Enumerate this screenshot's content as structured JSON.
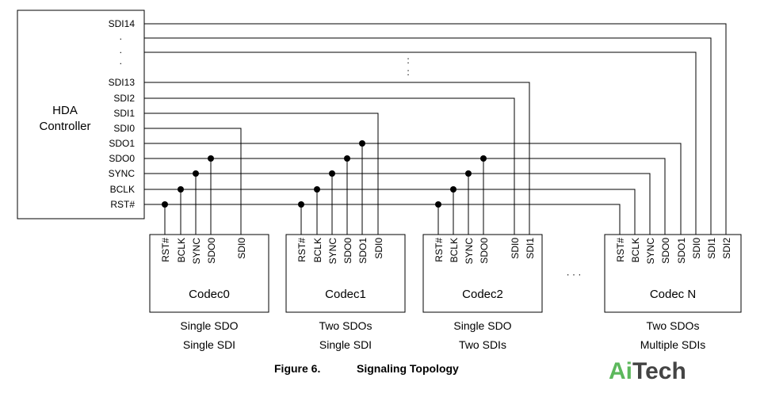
{
  "controller": {
    "title_line1": "HDA",
    "title_line2": "Controller",
    "pins": [
      "SDI14",
      ".",
      ".",
      ".",
      "SDI13",
      "SDI2",
      "SDI1",
      "SDI0",
      "SDO1",
      "SDO0",
      "SYNC",
      "BCLK",
      "RST#"
    ]
  },
  "codecs": [
    {
      "label": "Codec0",
      "pins": [
        "RST#",
        "BCLK",
        "SYNC",
        "SDO0",
        "SDI0"
      ],
      "desc_line1": "Single SDO",
      "desc_line2": "Single SDI"
    },
    {
      "label": "Codec1",
      "pins": [
        "RST#",
        "BCLK",
        "SYNC",
        "SDO0",
        "SDO1",
        "SDI0"
      ],
      "desc_line1": "Two SDOs",
      "desc_line2": "Single SDI"
    },
    {
      "label": "Codec2",
      "pins": [
        "RST#",
        "BCLK",
        "SYNC",
        "SDO0",
        "SDI0",
        "SDI1"
      ],
      "desc_line1": "Single SDO",
      "desc_line2": "Two SDIs"
    },
    {
      "label": "Codec N",
      "pins": [
        "RST#",
        "BCLK",
        "SYNC",
        "SDO0",
        "SDO1",
        "SDI0",
        "SDI1",
        "SDI2"
      ],
      "desc_line1": "Two SDOs",
      "desc_line2": "Multiple SDIs"
    }
  ],
  "ellipsis_vertical": ":",
  "ellipsis_horizontal": "· · ·",
  "caption": {
    "figure": "Figure 6.",
    "title": "Signaling Topology"
  },
  "logo": {
    "part1": "Ai",
    "part2": "Tech",
    "color1": "#5cb85c",
    "color2": "#444444"
  }
}
